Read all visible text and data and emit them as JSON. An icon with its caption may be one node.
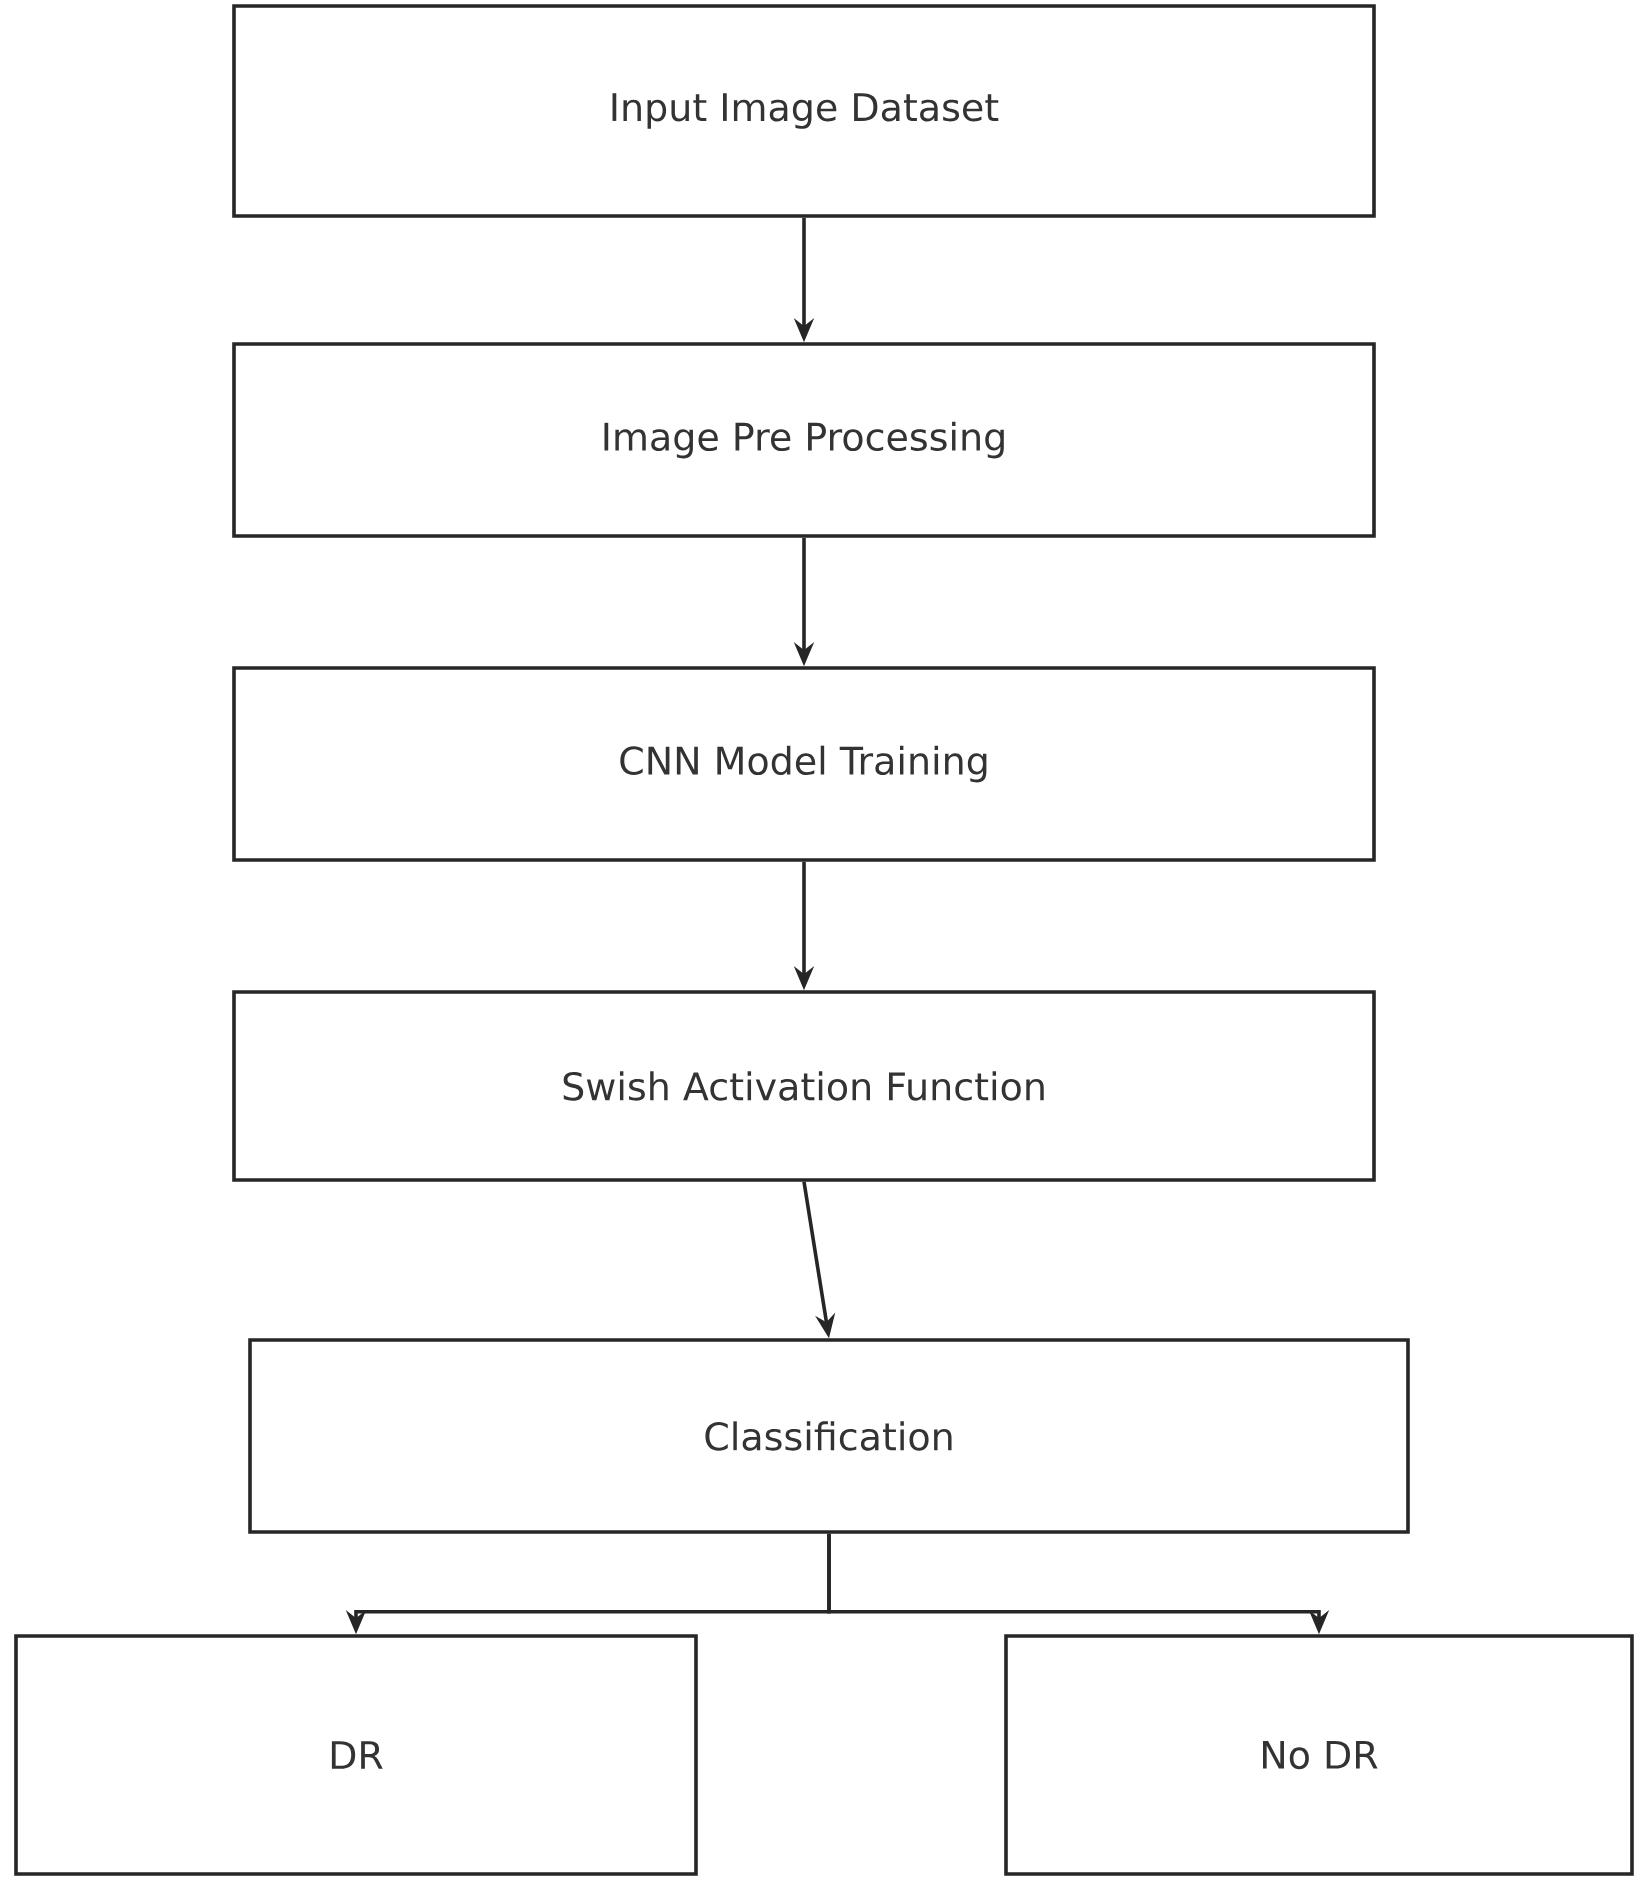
{
  "diagram": {
    "nodes": [
      {
        "text": [
          "Input Image Dataset"
        ]
      },
      {
        "text": [
          "Image Pre Processing"
        ]
      },
      {
        "text": [
          "CNN Model Training"
        ]
      },
      {
        "text": [
          "Swish Activation Function"
        ]
      },
      {
        "text": [
          "Classification"
        ]
      },
      {
        "text": [
          "DR"
        ]
      },
      {
        "text": [
          "No DR"
        ]
      }
    ],
    "edges": [
      {
        "from": 0,
        "to": 1,
        "arrow": "to"
      },
      {
        "from": 1,
        "to": 2,
        "arrow": "to"
      },
      {
        "from": 2,
        "to": 3,
        "arrow": "to"
      },
      {
        "from": 3,
        "to": 4,
        "arrow": "to"
      },
      {
        "from": 4,
        "to": 5,
        "arrow": "to"
      },
      {
        "from": 4,
        "to": 6,
        "arrow": "to"
      }
    ]
  }
}
